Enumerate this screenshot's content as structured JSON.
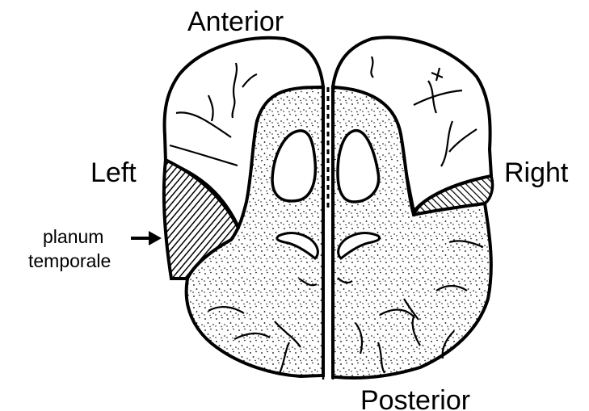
{
  "labels": {
    "anterior": "Anterior",
    "posterior": "Posterior",
    "left": "Left",
    "right": "Right",
    "planum_line1": "planum",
    "planum_line2": "temporale"
  },
  "colors": {
    "ink": "#000000",
    "paper": "#ffffff"
  }
}
